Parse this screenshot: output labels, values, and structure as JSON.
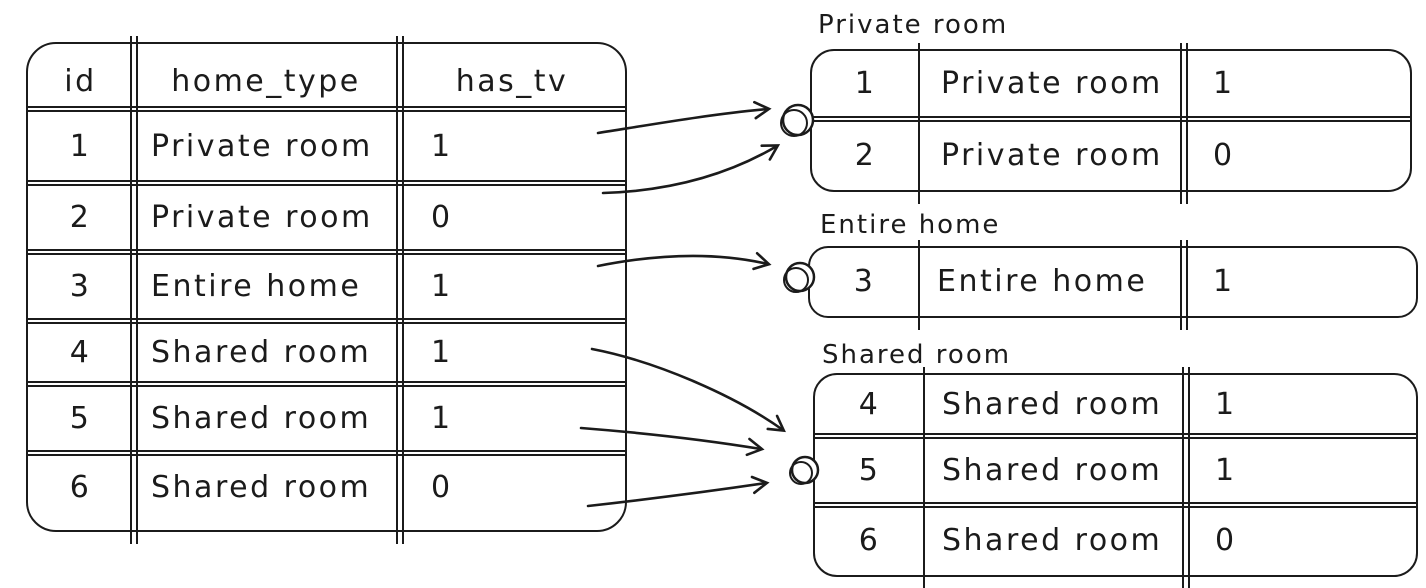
{
  "colors": {
    "ink": "#1b1b1b",
    "background": "#ffffff"
  },
  "source_table": {
    "columns": [
      "id",
      "home_type",
      "has_tv"
    ],
    "rows": [
      [
        "1",
        "Private room",
        "1"
      ],
      [
        "2",
        "Private room",
        "0"
      ],
      [
        "3",
        "Entire home",
        "1"
      ],
      [
        "4",
        "Shared room",
        "1"
      ],
      [
        "5",
        "Shared room",
        "1"
      ],
      [
        "6",
        "Shared room",
        "0"
      ]
    ]
  },
  "groups": [
    {
      "label": "Private room",
      "rows": [
        [
          "1",
          "Private room",
          "1"
        ],
        [
          "2",
          "Private room",
          "0"
        ]
      ]
    },
    {
      "label": "Entire home",
      "rows": [
        [
          "3",
          "Entire home",
          "1"
        ]
      ]
    },
    {
      "label": "Shared room",
      "rows": [
        [
          "4",
          "Shared room",
          "1"
        ],
        [
          "5",
          "Shared room",
          "1"
        ],
        [
          "6",
          "Shared room",
          "0"
        ]
      ]
    }
  ],
  "arrows": [
    {
      "from_row": "1",
      "to_group": "Private room"
    },
    {
      "from_row": "2",
      "to_group": "Private room"
    },
    {
      "from_row": "3",
      "to_group": "Entire home"
    },
    {
      "from_row": "4",
      "to_group": "Shared room"
    },
    {
      "from_row": "5",
      "to_group": "Shared room"
    },
    {
      "from_row": "6",
      "to_group": "Shared room"
    }
  ]
}
